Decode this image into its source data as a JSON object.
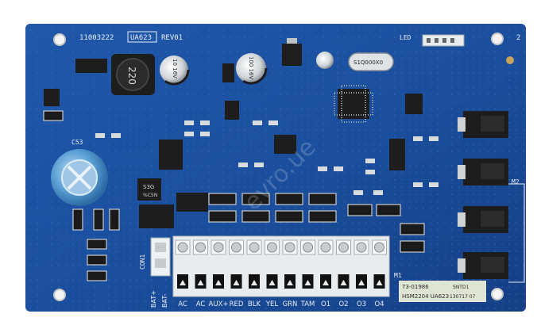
{
  "board": {
    "part_number": "11003222",
    "model_box": "UA623",
    "revision": "REV01",
    "corner_marker": "2",
    "led_label": "LED",
    "cap_label": "C53",
    "crystal_label": "S1Q000X0",
    "inductor_label": "220",
    "cap1_value": "10\n16V",
    "cap2_value": "100\n16V",
    "chip_s3g": "S3G",
    "chip_s3g_sub": "%C5N",
    "con_label": "CON1",
    "m1_label": "M1",
    "m2_label": "M2",
    "sticker_code1": "73-01986",
    "sticker_code2": "HSM2204 UA623",
    "sticker_code3": "SNTD1",
    "sticker_code4": "130717 07",
    "watermark": "evro.ue"
  },
  "terminals": {
    "labels": [
      "BAT+",
      "BAT-",
      "AC",
      "AC",
      "AUX+",
      "RED",
      "BLK",
      "YEL",
      "GRN",
      "TAM",
      "O1",
      "O2",
      "O3",
      "O4"
    ]
  },
  "colors": {
    "pcb": "#1b4f9e",
    "pcb_dark": "#143f82",
    "terminal_block": "#e9ecee",
    "silkscreen": "#e8eef8",
    "capacitor": "#5a9fd4"
  }
}
